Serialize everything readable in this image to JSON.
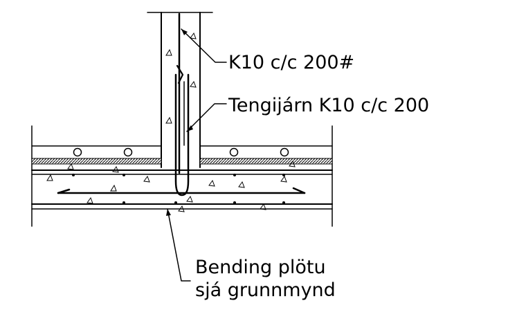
{
  "diagram": {
    "labels": {
      "rebar_top": "K10 c/c 200#",
      "connector": "Tengijárn K10 c/c 200",
      "note_line1": "Bending plötu",
      "note_line2": "sjá grunnmynd"
    },
    "colors": {
      "ink": "#000000",
      "background": "#ffffff"
    }
  }
}
